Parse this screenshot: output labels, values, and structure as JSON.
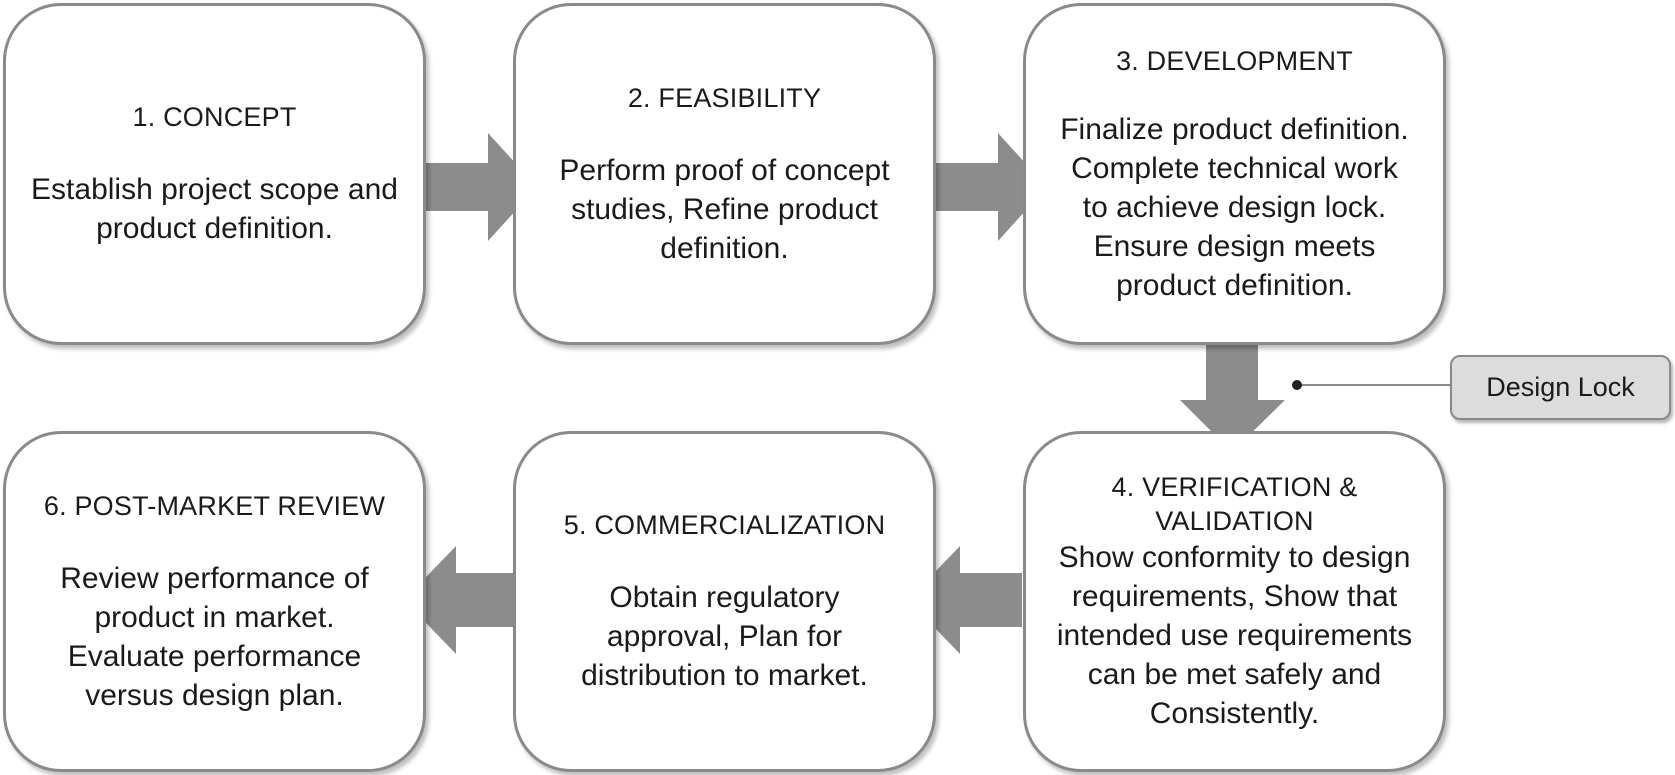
{
  "stages": [
    {
      "title": "1. CONCEPT",
      "desc": [
        "Establish project scope and",
        "product definition."
      ]
    },
    {
      "title": "2. FEASIBILITY",
      "desc": [
        "Perform proof of concept",
        "studies, Refine product",
        "definition."
      ]
    },
    {
      "title": "3. DEVELOPMENT",
      "desc": [
        "Finalize product definition.",
        "Complete technical work",
        "to achieve design lock.",
        "Ensure design meets",
        "product definition."
      ]
    },
    {
      "title": [
        "4. VERIFICATION &",
        "VALIDATION"
      ],
      "desc": [
        "Show conformity to design",
        "requirements, Show that",
        "intended use requirements",
        "can be met safely and",
        "Consistently."
      ]
    },
    {
      "title": "5. COMMERCIALIZATION",
      "desc": [
        "Obtain regulatory",
        "approval, Plan for",
        "distribution to market."
      ]
    },
    {
      "title": "6. POST-MARKET REVIEW",
      "desc": [
        "Review performance of",
        "product in market.",
        "Evaluate performance",
        "versus design plan."
      ]
    }
  ],
  "callout": {
    "label": "Design Lock"
  },
  "colors": {
    "arrow": "#8c8c8c",
    "border": "#8a8a8a",
    "callout_fill": "#dcdcdc"
  }
}
